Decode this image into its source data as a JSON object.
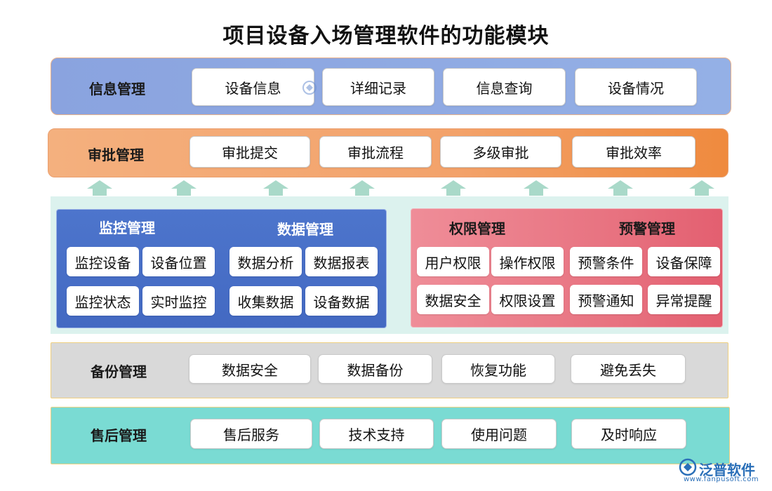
{
  "title": "项目设备入场管理软件的功能模块",
  "info": {
    "label": "信息管理",
    "items": [
      "设备信息",
      "详细记录",
      "信息查询",
      "设备情况"
    ]
  },
  "approval": {
    "label": "审批管理",
    "items": [
      "审批提交",
      "审批流程",
      "多级审批",
      "审批效率"
    ]
  },
  "monitor": {
    "label": "监控管理",
    "items": [
      "监控设备",
      "设备位置",
      "监控状态",
      "实时监控"
    ]
  },
  "data_mgmt": {
    "label": "数据管理",
    "items": [
      "数据分析",
      "数据报表",
      "收集数据",
      "设备数据"
    ]
  },
  "permission": {
    "label": "权限管理",
    "items": [
      "用户权限",
      "操作权限",
      "数据安全",
      "权限设置"
    ]
  },
  "warning": {
    "label": "预警管理",
    "items": [
      "预警条件",
      "设备保障",
      "预警通知",
      "异常提醒"
    ]
  },
  "backup": {
    "label": "备份管理",
    "items": [
      "数据安全",
      "数据备份",
      "恢复功能",
      "避免丢失"
    ]
  },
  "aftersales": {
    "label": "售后管理",
    "items": [
      "售后服务",
      "技术支持",
      "使用问题",
      "及时响应"
    ]
  },
  "brand": {
    "name": "泛普软件",
    "url": "www.fanpusoft.com",
    "color": "#2a6fb8"
  },
  "colors": {
    "info_band": "#8fa8e0",
    "approval_band": "#f0a070",
    "monitor_panel": "#4a72c8",
    "permission_panel": "#e87a88",
    "backup_band": "#d9d9d9",
    "aftersales_band": "#7ad9d2",
    "arrow": "#a9d9c9",
    "middle_bg": "#dff3ef"
  }
}
